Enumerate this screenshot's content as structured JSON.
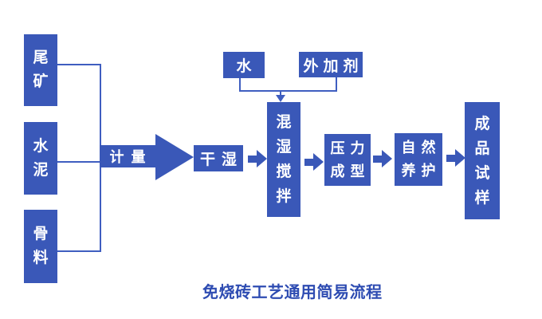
{
  "colors": {
    "box_fill": "#3a58b8",
    "connector_line": "#3f5ec0",
    "caption_text": "#2e4cb2",
    "box_text": "#ffffff"
  },
  "caption": "免烧砖工艺通用简易流程",
  "inputs": [
    {
      "label": "尾矿"
    },
    {
      "label": "水泥"
    },
    {
      "label": "骨料"
    }
  ],
  "metering": {
    "label": "计量"
  },
  "additives": [
    {
      "label": "水"
    },
    {
      "label": "外加剂"
    }
  ],
  "steps": [
    {
      "label": "干湿"
    },
    {
      "label": "混湿搅拌"
    },
    {
      "lines": [
        "压力",
        "成型"
      ]
    },
    {
      "lines": [
        "自然",
        "养护"
      ]
    },
    {
      "label": "成品试样"
    }
  ]
}
